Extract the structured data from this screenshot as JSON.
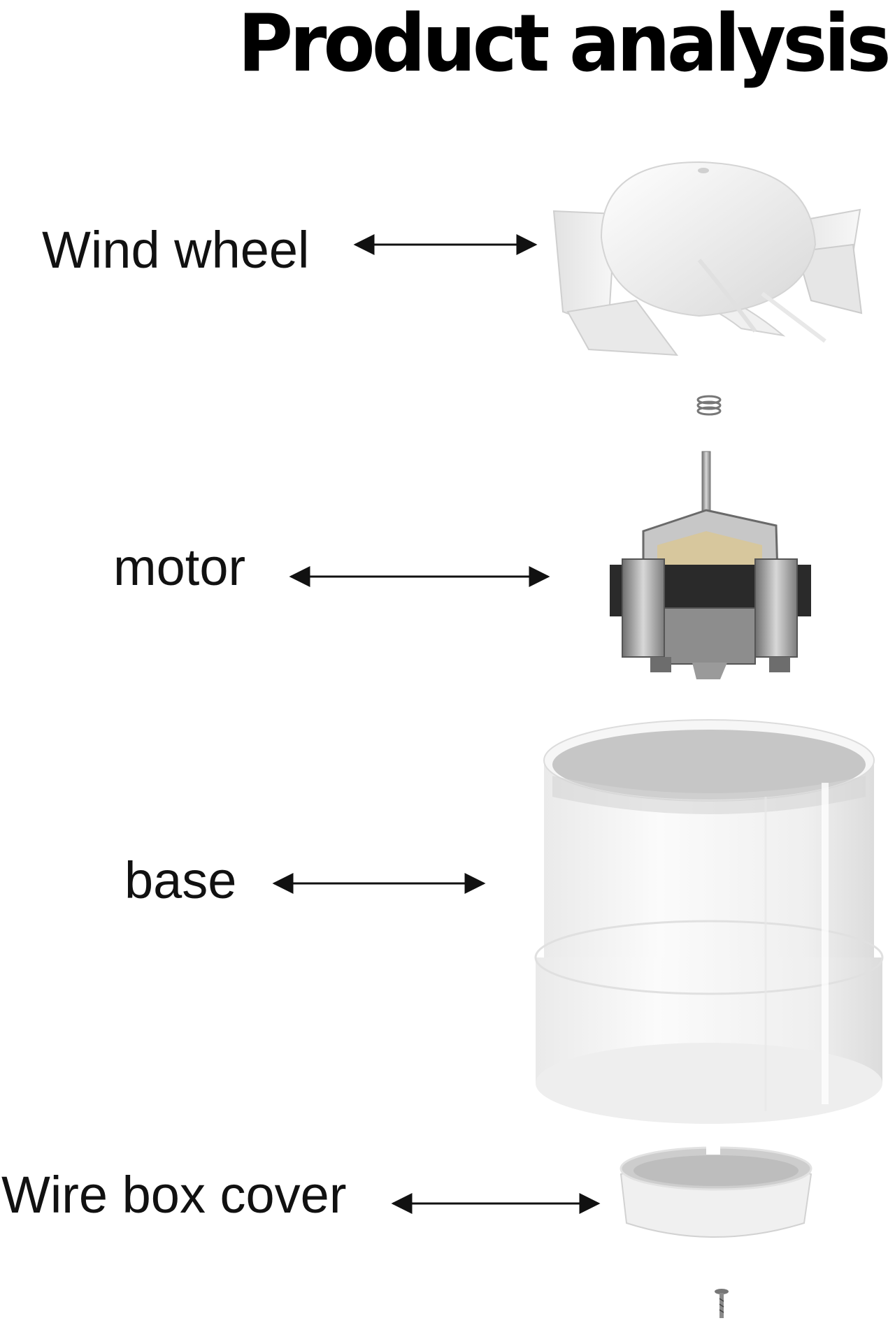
{
  "title": "Product analysis",
  "parts": [
    {
      "id": "wind-wheel",
      "label": "Wind wheel"
    },
    {
      "id": "motor",
      "label": "motor"
    },
    {
      "id": "base",
      "label": "base"
    },
    {
      "id": "wire-box-cover",
      "label": "Wire box cover"
    }
  ],
  "colors": {
    "text": "#111111",
    "arrow": "#111111",
    "part_white": "#f1f1f1",
    "part_shadow": "#c9c9c9",
    "metal": "#9a9a9a"
  }
}
